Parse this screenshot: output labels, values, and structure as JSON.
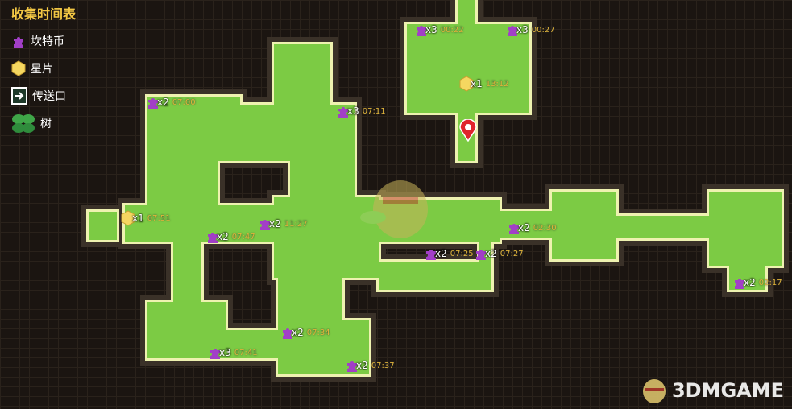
{
  "legend": {
    "title": "收集时间表",
    "items": [
      {
        "icon": "puzzle-icon",
        "label": "坎特币"
      },
      {
        "icon": "star-shard-icon",
        "label": "星片"
      },
      {
        "icon": "portal-icon",
        "label": "传送口"
      },
      {
        "icon": "tree-icon",
        "label": "树"
      }
    ]
  },
  "markers": [
    {
      "type": "puzzle",
      "count": "x3",
      "time": "00:22"
    },
    {
      "type": "puzzle",
      "count": "x3",
      "time": "00:27"
    },
    {
      "type": "star",
      "count": "x1",
      "time": "13:12"
    },
    {
      "type": "puzzle",
      "count": "x2",
      "time": "07:00"
    },
    {
      "type": "puzzle",
      "count": "x3",
      "time": "07:11"
    },
    {
      "type": "star",
      "count": "x1",
      "time": "07:51"
    },
    {
      "type": "puzzle",
      "count": "x2",
      "time": "11:27"
    },
    {
      "type": "puzzle",
      "count": "x2",
      "time": "07:47"
    },
    {
      "type": "puzzle",
      "count": "x2",
      "time": "02:30"
    },
    {
      "type": "puzzle",
      "count": "x2",
      "time": "07:25"
    },
    {
      "type": "puzzle",
      "count": "x2",
      "time": "07:27"
    },
    {
      "type": "puzzle",
      "count": "x2",
      "time": "02:17"
    },
    {
      "type": "puzzle",
      "count": "x2",
      "time": "07:34"
    },
    {
      "type": "puzzle",
      "count": "x3",
      "time": "07:41"
    },
    {
      "type": "puzzle",
      "count": "x2",
      "time": "07:37"
    }
  ],
  "watermark": "3DMGAME",
  "colors": {
    "floor": "#7ccb44",
    "edge": "#eef2b0",
    "bg": "#1b1511",
    "time": "#e0b43a",
    "puzzle": "#a23fc7",
    "star": "#f5d760"
  }
}
